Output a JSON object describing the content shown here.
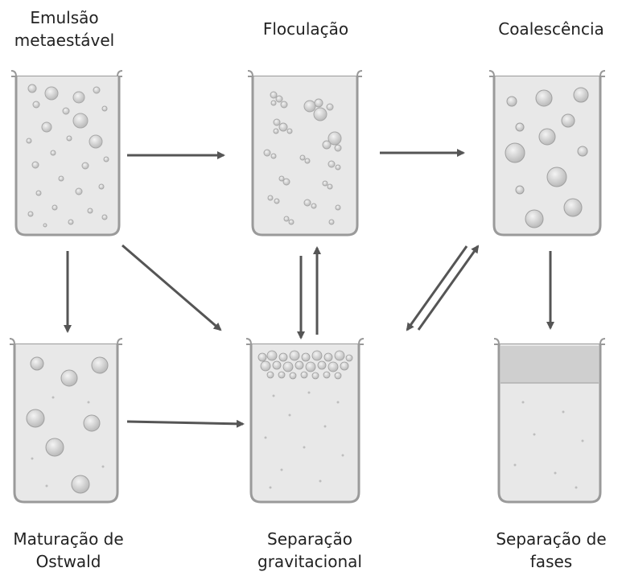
{
  "labels": {
    "emulsao": "Emulsão\nmetaestável",
    "floculacao": "Floculação",
    "coalescencia": "Coalescência",
    "maturacao": "Maturação de\nOstwald",
    "separacao_grav": "Separação\ngravitacional",
    "separacao_fases": "Separação de\nfases"
  },
  "colors": {
    "beaker_outline": "#9a9a9a",
    "liquid": "#e6e6e6",
    "droplet": "#c9c9c9",
    "arrow": "#555555"
  }
}
